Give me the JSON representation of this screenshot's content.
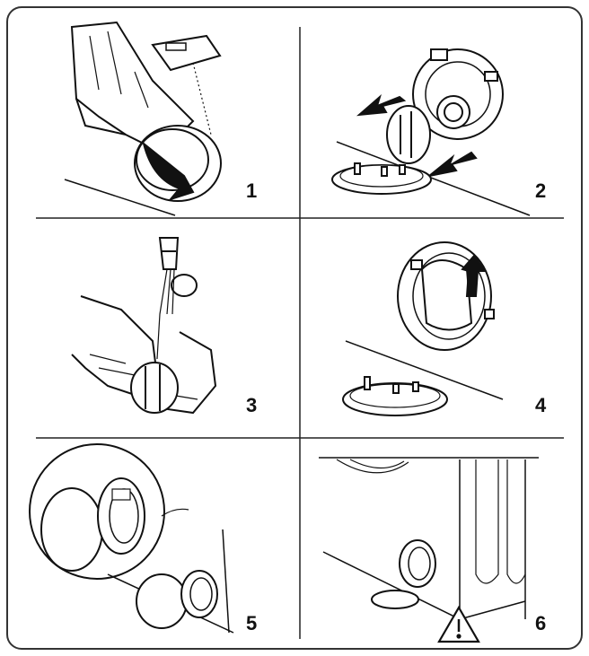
{
  "panels": [
    {
      "step": "1",
      "content": "unscrew-filter-cover"
    },
    {
      "step": "2",
      "content": "remove-filter-insert"
    },
    {
      "step": "3",
      "content": "rinse-filter-under-tap"
    },
    {
      "step": "4",
      "content": "reinsert-filter"
    },
    {
      "step": "5",
      "content": "refit-filter-cover"
    },
    {
      "step": "6",
      "content": "filter-location-with-warning"
    }
  ],
  "icons": {
    "warning": "warning-triangle-icon",
    "arrow": "arrow-icon"
  }
}
